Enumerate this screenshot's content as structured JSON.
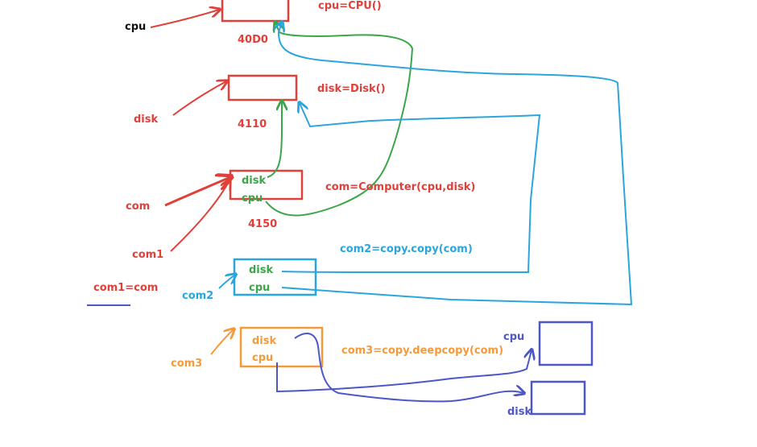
{
  "colors": {
    "red": "#e0403a",
    "black": "#111111",
    "green": "#3aa64a",
    "blue": "#2aa6de",
    "orange": "#f59a3a",
    "indigo": "#4d57c7"
  },
  "labels": {
    "cpu_var": "cpu",
    "disk_var": "disk",
    "com_var": "com",
    "com1_var": "com1",
    "com2_var": "com2",
    "com3_var": "com3",
    "com1_eq": "com1=com",
    "cpu_assign": "cpu=CPU()",
    "disk_assign": "disk=Disk()",
    "com_assign": "com=Computer(cpu,disk)",
    "com2_assign": "com2=copy.copy(com)",
    "com3_assign": "com3=copy.deepcopy(com)",
    "addr_cpu": "40D0",
    "addr_disk": "4110",
    "addr_com": "4150",
    "com_field_disk": "disk",
    "com_field_cpu": "cpu",
    "com2_field_disk": "disk",
    "com2_field_cpu": "cpu",
    "com3_field_disk": "disk",
    "com3_field_cpu": "cpu",
    "deep_cpu_label": "cpu",
    "deep_disk_label": "disk"
  }
}
